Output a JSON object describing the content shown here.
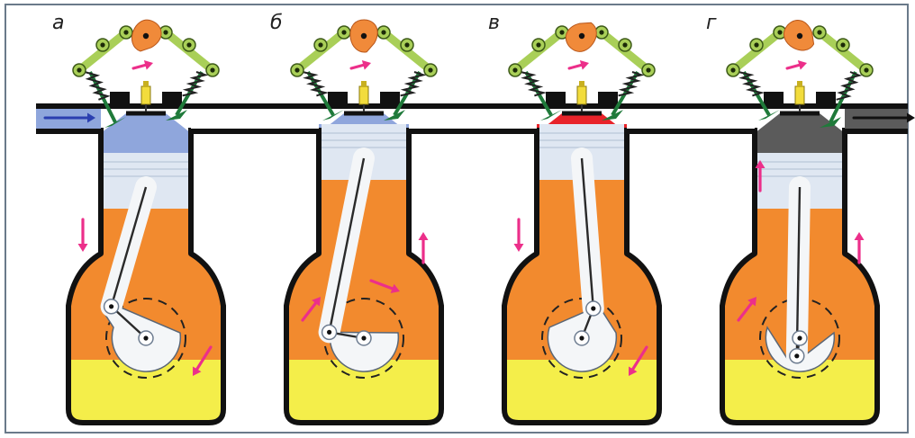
{
  "colors": {
    "frame": "#6a7a8a",
    "wall": "#111111",
    "oil_orange": "#f28a2e",
    "oil_yellow": "#f4ee4a",
    "fresh_charge": "#8fa6dc",
    "combustion": "#e8232a",
    "exhaust": "#5b5b5b",
    "piston": "#dfe7f2",
    "rocker": "#a9cf58",
    "valve": "#1f7a3a",
    "cam": "#f08a3a",
    "arrow_magenta": "#ec2f8a",
    "spark_plug": "#f2dc3c",
    "crank_plate": "#f4f6f8"
  },
  "panels": [
    {
      "label": "а",
      "stroke": "intake",
      "chamber_fill": "fresh_charge",
      "intake_open": true,
      "exhaust_open": false,
      "piston_level": "low",
      "piston_direction": "down"
    },
    {
      "label": "б",
      "stroke": "compression",
      "chamber_fill": "fresh_charge",
      "intake_open": false,
      "exhaust_open": false,
      "piston_level": "high",
      "piston_direction": "up"
    },
    {
      "label": "в",
      "stroke": "power",
      "chamber_fill": "combustion",
      "intake_open": false,
      "exhaust_open": false,
      "piston_level": "high",
      "piston_direction": "down"
    },
    {
      "label": "г",
      "stroke": "exhaust",
      "chamber_fill": "exhaust",
      "intake_open": false,
      "exhaust_open": true,
      "piston_level": "low",
      "piston_direction": "up"
    }
  ]
}
